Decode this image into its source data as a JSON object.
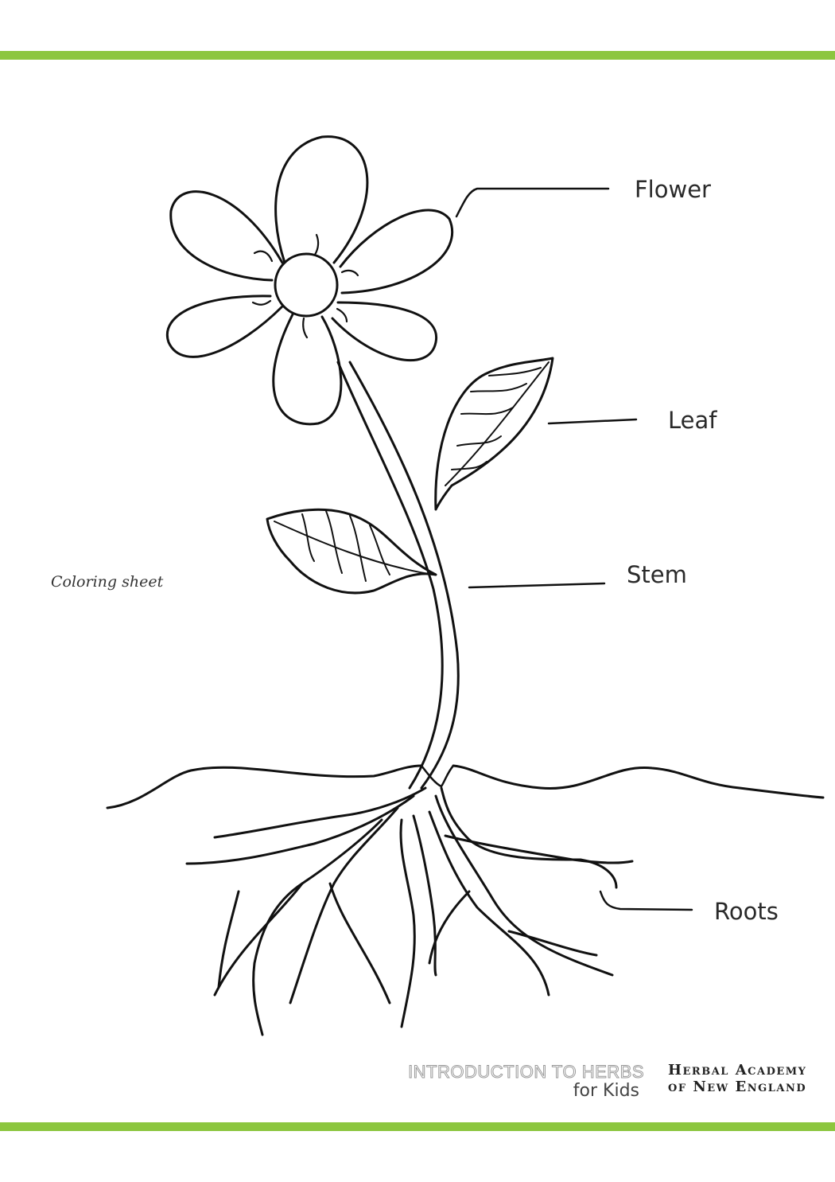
{
  "colors": {
    "accent_bar": "#8cc63f",
    "line": "#111111"
  },
  "labels": {
    "flower": "Flower",
    "leaf": "Leaf",
    "stem": "Stem",
    "roots": "Roots"
  },
  "caption": "Coloring sheet",
  "footer": {
    "series": "INTRODUCTION TO HERBS",
    "series_sub": "for Kids",
    "publisher_line1": "Herbal Academy",
    "publisher_line2": "of New England"
  }
}
